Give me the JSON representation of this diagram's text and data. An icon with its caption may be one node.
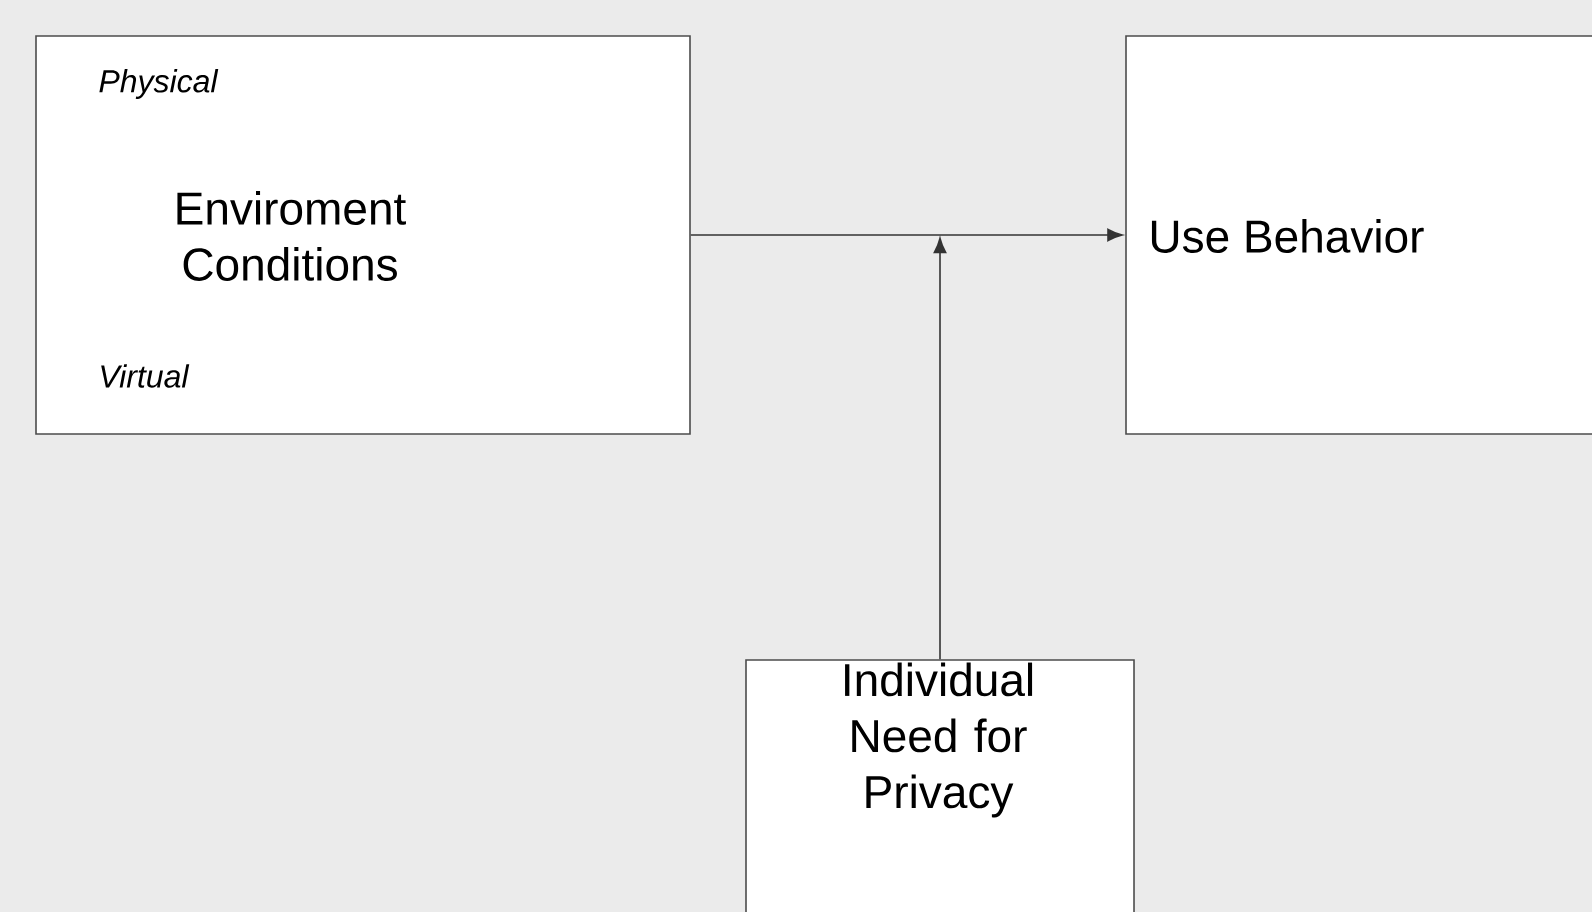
{
  "diagram": {
    "nodes": [
      {
        "text": [
          "Physical",
          "Enviroment Conditions",
          "Virtual"
        ]
      },
      {
        "text": [
          "Use Behavior"
        ]
      },
      {
        "text": [
          "Individual Need for Privacy"
        ]
      }
    ],
    "edges": [
      {
        "from": 0,
        "to": 1,
        "arrow": "to"
      },
      {
        "from": 2,
        "to": null,
        "arrow": "to"
      }
    ]
  }
}
